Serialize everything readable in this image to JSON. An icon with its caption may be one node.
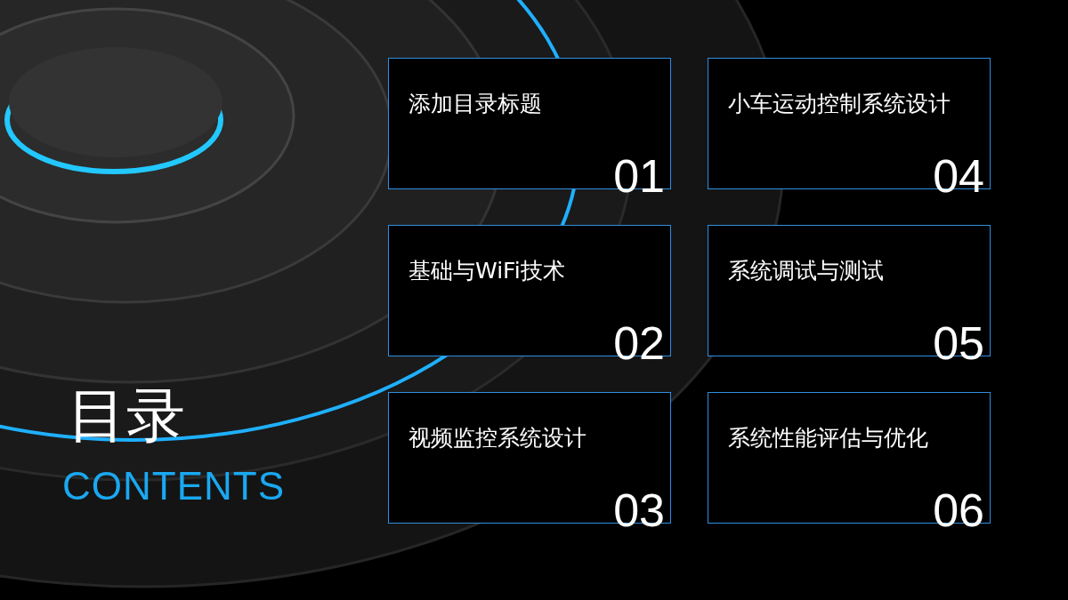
{
  "diagram": {
    "title": "目录",
    "nodes": [
      {
        "text": [
          "添加目录标题",
          "01"
        ]
      },
      {
        "text": [
          "基础与WiFi技术",
          "02"
        ]
      },
      {
        "text": [
          "视频监控系统设计",
          "03"
        ]
      },
      {
        "text": [
          "小车运动控制系统设计",
          "04"
        ]
      },
      {
        "text": [
          "系统调试与测试",
          "05"
        ]
      },
      {
        "text": [
          "系统性能评估与优化",
          "06"
        ]
      }
    ],
    "labels": [
      "CONTENTS"
    ]
  }
}
